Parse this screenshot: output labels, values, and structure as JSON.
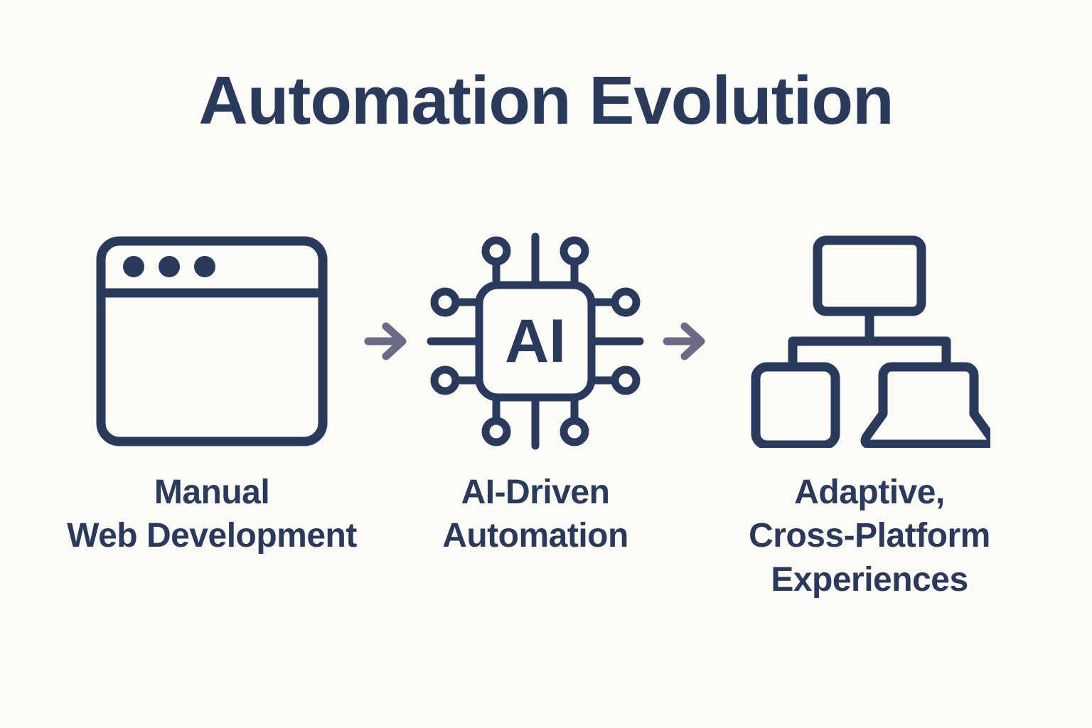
{
  "page": {
    "title": "Automation Evolution",
    "background_color": "#fdfbf5",
    "accent_color": "#2a3a5c",
    "arrow_color": "#6b6b85"
  },
  "flow": {
    "stages": [
      {
        "icon_name": "browser-window-icon",
        "label_lines": [
          "Manual",
          "Web Development"
        ],
        "label_full": "Manual Web Development"
      },
      {
        "icon_name": "ai-chip-icon",
        "chip_text": "AI",
        "label_lines": [
          "AI-Driven",
          "Automation"
        ],
        "label_full": "AI-Driven Automation"
      },
      {
        "icon_name": "cross-platform-devices-icon",
        "label_lines": [
          "Adaptive,",
          "Cross-Platform",
          "Experiences"
        ],
        "label_full": "Adaptive, Cross-Platform Experiences"
      }
    ],
    "connectors": [
      {
        "icon_name": "arrow-right-icon"
      },
      {
        "icon_name": "arrow-right-icon"
      }
    ]
  }
}
